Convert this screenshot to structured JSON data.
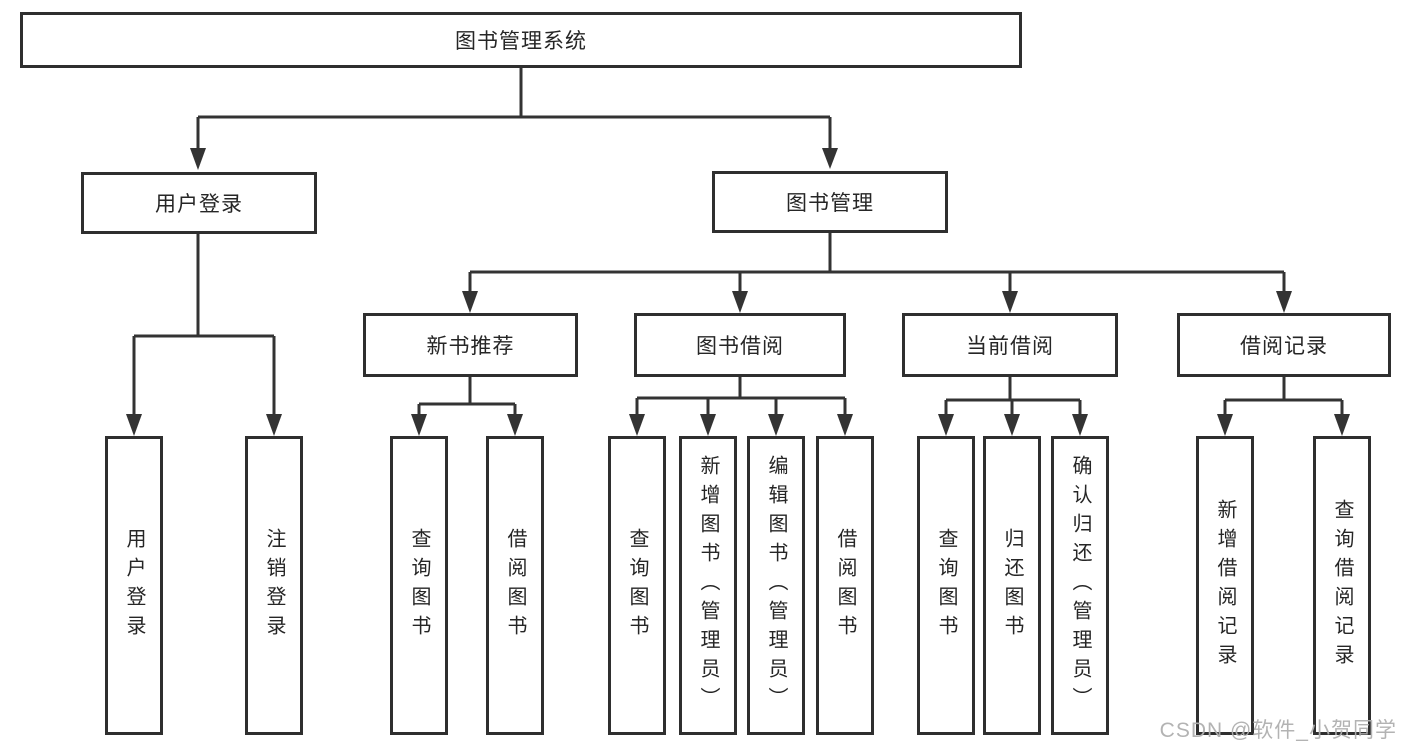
{
  "diagram": {
    "type": "hierarchy-tree",
    "title": "图书管理系统",
    "nodes": {
      "root": {
        "label": "图书管理系统"
      },
      "user_login": {
        "label": "用户登录"
      },
      "book_management": {
        "label": "图书管理"
      },
      "new_book_recommend": {
        "label": "新书推荐"
      },
      "book_borrow": {
        "label": "图书借阅"
      },
      "current_borrow": {
        "label": "当前借阅"
      },
      "borrow_records": {
        "label": "借阅记录"
      },
      "leaf_user_login": {
        "label": "用户登录"
      },
      "leaf_logout_login": {
        "label": "注销登录"
      },
      "leaf_nb_query_book": {
        "label": "查询图书"
      },
      "leaf_nb_borrow_book": {
        "label": "借阅图书"
      },
      "leaf_bb_query_book": {
        "label": "查询图书"
      },
      "leaf_bb_add_book": {
        "label": "新增图书（管理员）"
      },
      "leaf_bb_edit_book": {
        "label": "编辑图书（管理员）"
      },
      "leaf_bb_borrow_book": {
        "label": "借阅图书"
      },
      "leaf_cb_query_book": {
        "label": "查询图书"
      },
      "leaf_cb_return_book": {
        "label": "归还图书"
      },
      "leaf_cb_confirm_return": {
        "label": "确认归还（管理员）"
      },
      "leaf_br_add_record": {
        "label": "新增借阅记录"
      },
      "leaf_br_query_record": {
        "label": "查询借阅记录"
      }
    },
    "edges": [
      [
        "图书管理系统",
        "用户登录"
      ],
      [
        "图书管理系统",
        "图书管理"
      ],
      [
        "用户登录",
        "用户登录(叶)"
      ],
      [
        "用户登录",
        "注销登录"
      ],
      [
        "图书管理",
        "新书推荐"
      ],
      [
        "图书管理",
        "图书借阅"
      ],
      [
        "图书管理",
        "当前借阅"
      ],
      [
        "图书管理",
        "借阅记录"
      ],
      [
        "新书推荐",
        "查询图书"
      ],
      [
        "新书推荐",
        "借阅图书"
      ],
      [
        "图书借阅",
        "查询图书"
      ],
      [
        "图书借阅",
        "新增图书（管理员）"
      ],
      [
        "图书借阅",
        "编辑图书（管理员）"
      ],
      [
        "图书借阅",
        "借阅图书"
      ],
      [
        "当前借阅",
        "查询图书"
      ],
      [
        "当前借阅",
        "归还图书"
      ],
      [
        "当前借阅",
        "确认归还（管理员）"
      ],
      [
        "借阅记录",
        "新增借阅记录"
      ],
      [
        "借阅记录",
        "查询借阅记录"
      ]
    ],
    "colors": {
      "line": "#333333",
      "box_border": "#2f2f2f",
      "box_fill": "#ffffff",
      "text": "#262626",
      "watermark": "#afafaf",
      "background": "#ffffff"
    },
    "watermark": {
      "text": "CSDN @软件_小贺同学"
    }
  }
}
